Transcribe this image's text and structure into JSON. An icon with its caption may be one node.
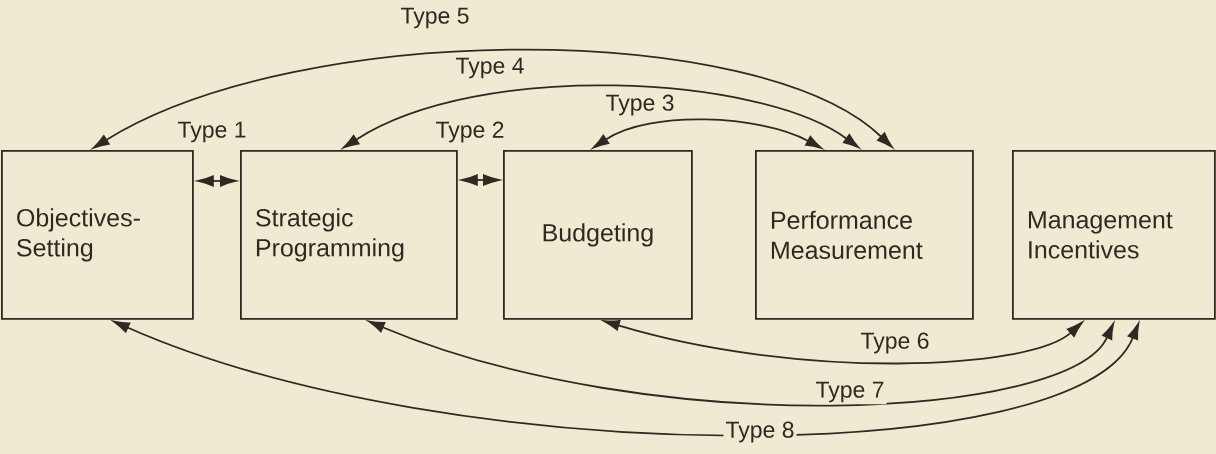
{
  "diagram": {
    "nodes": [
      {
        "text": [
          "Objectives- Setting"
        ]
      },
      {
        "text": [
          "Strategic Programming"
        ]
      },
      {
        "text": [
          "Budgeting"
        ]
      },
      {
        "text": [
          "Performance Measurement"
        ]
      },
      {
        "text": [
          "Management Incentives"
        ]
      }
    ],
    "edges": [
      {
        "from": 0,
        "to": 1,
        "arrow": "both",
        "label": "Type 1"
      },
      {
        "from": 1,
        "to": 2,
        "arrow": "both",
        "label": "Type 2"
      },
      {
        "from": 2,
        "to": 3,
        "arrow": "both",
        "label": "Type 3"
      },
      {
        "from": 1,
        "to": 3,
        "arrow": "both",
        "label": "Type 4"
      },
      {
        "from": 0,
        "to": 3,
        "arrow": "both",
        "label": "Type 5"
      },
      {
        "from": 2,
        "to": 4,
        "arrow": "both",
        "label": "Type 6"
      },
      {
        "from": 1,
        "to": 4,
        "arrow": "both",
        "label": "Type 7"
      },
      {
        "from": 0,
        "to": 4,
        "arrow": "both",
        "label": "Type 8"
      }
    ]
  }
}
